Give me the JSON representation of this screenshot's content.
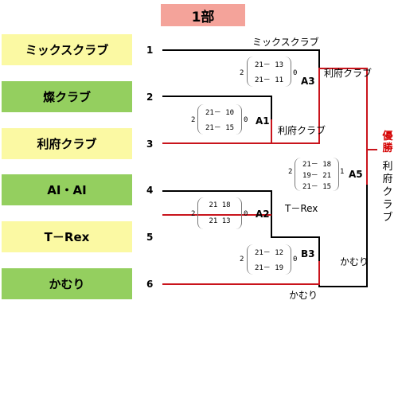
{
  "title": "1部",
  "teams": [
    {
      "seed": "1",
      "name": "ミックスクラブ"
    },
    {
      "seed": "2",
      "name": "燦クラブ"
    },
    {
      "seed": "3",
      "name": "利府クラブ"
    },
    {
      "seed": "4",
      "name": "AI・AI"
    },
    {
      "seed": "5",
      "name": "T－Rex"
    },
    {
      "seed": "6",
      "name": "かむり"
    }
  ],
  "matches": {
    "A1": {
      "id": "A1",
      "left_games": "2",
      "right_games": "0",
      "scores": [
        "21－ 10",
        "21－ 15"
      ],
      "winner": "利府クラブ"
    },
    "A2": {
      "id": "A2",
      "left_games": "2",
      "right_games": "0",
      "scores": [
        "21  18",
        "21  13"
      ],
      "winner": "T－Rex"
    },
    "A3": {
      "id": "A3",
      "left_games": "2",
      "right_games": "0",
      "scores": [
        "21－ 13",
        "21－ 11"
      ],
      "winner": "利府クラブ",
      "top_label": "ミックスクラブ"
    },
    "B3": {
      "id": "B3",
      "left_games": "2",
      "right_games": "0",
      "scores": [
        "21－ 12",
        "21－ 19"
      ],
      "winner": "かむり",
      "bottom_label": "かむり"
    },
    "A5": {
      "id": "A5",
      "left_games": "2",
      "right_games": "1",
      "scores": [
        "21－ 18",
        "19－ 21",
        "21－ 15"
      ]
    }
  },
  "champion_label": "優勝",
  "champion": "利府クラブ"
}
